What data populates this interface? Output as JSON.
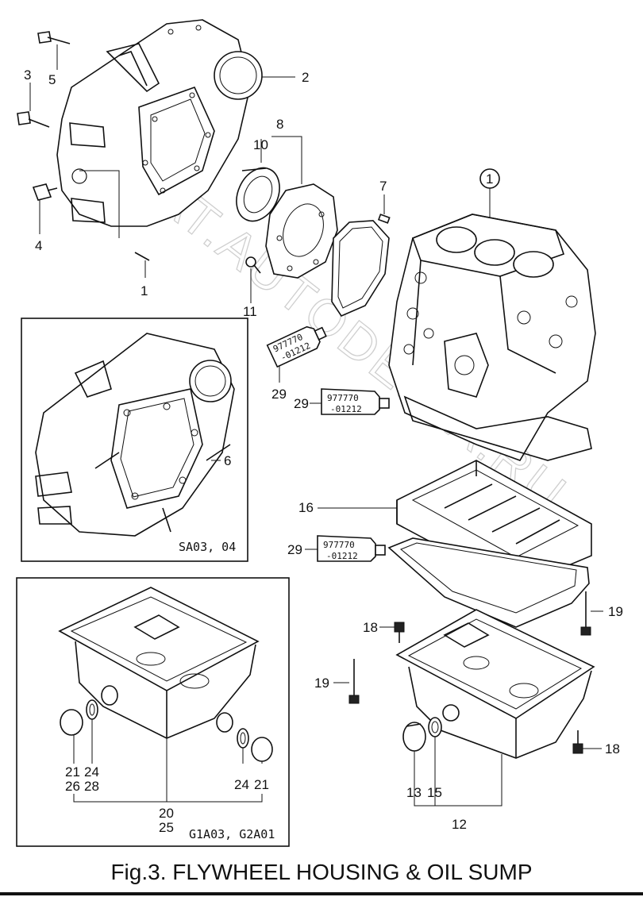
{
  "figure": {
    "title": "Fig.3.  FLYWHEEL HOUSING & OIL SUMP"
  },
  "watermark": "4CAT.AUTODEMIA.RU",
  "tube_code": [
    "977770",
    "-01212"
  ],
  "boxes": {
    "flywheel_variant": {
      "caption": "SA03, 04"
    },
    "oil_sump_variant": {
      "caption": "G1A03, G2A01"
    }
  },
  "labels": {
    "l1": "1",
    "l2": "2",
    "l3": "3",
    "l4": "4",
    "l5": "5",
    "l6": "6",
    "l7": "7",
    "l8": "8",
    "l10": "10",
    "l11": "11",
    "l12": "12",
    "l13": "13",
    "l15": "15",
    "l16": "16",
    "l18a": "18",
    "l18b": "18",
    "l19a": "19",
    "l19b": "19",
    "l20": "20",
    "l25": "25",
    "l21a": "21",
    "l26": "26",
    "l24a": "24",
    "l28": "28",
    "l24b": "24",
    "l21b": "21",
    "l29a": "29",
    "l29b": "29",
    "l29c": "29",
    "cyl_block": "1"
  }
}
